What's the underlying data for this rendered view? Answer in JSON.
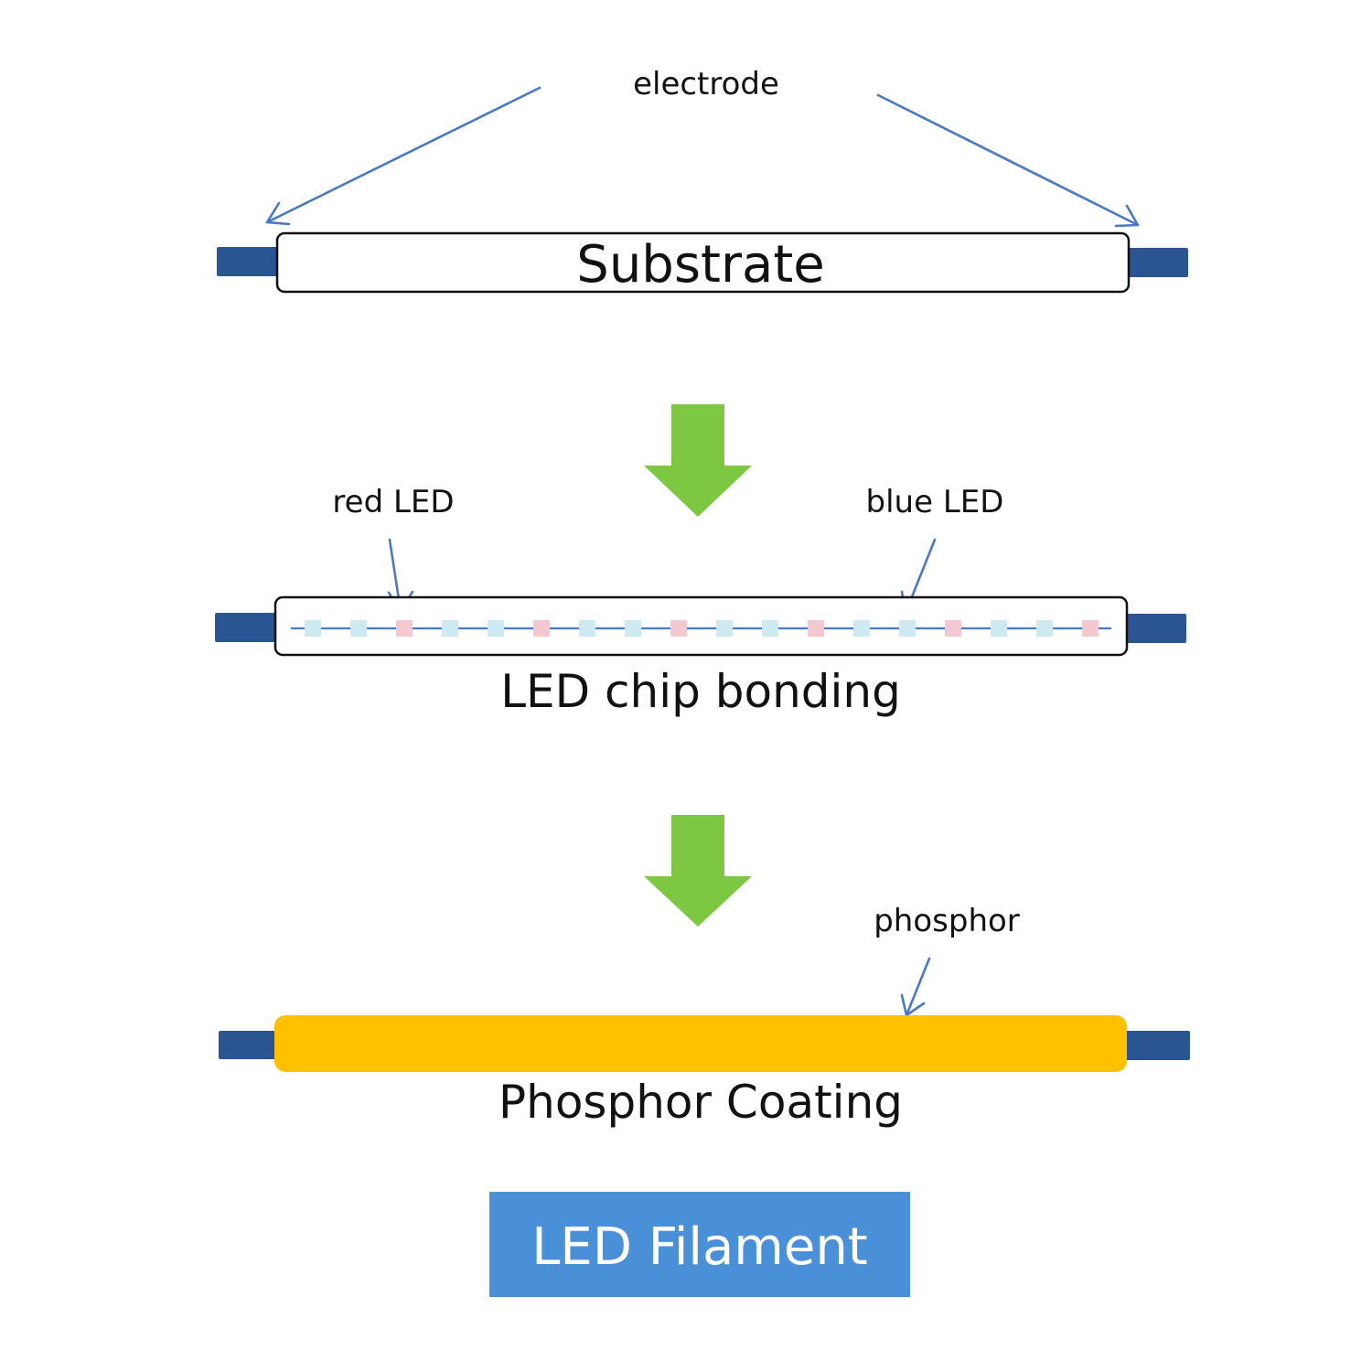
{
  "labels": {
    "electrode": "electrode",
    "substrate": "Substrate",
    "red_led": "red LED",
    "blue_led": "blue LED",
    "chip_bonding": "LED chip bonding",
    "phosphor": "phosphor",
    "phosphor_coating": "Phosphor Coating",
    "final": "LED Filament"
  },
  "colors": {
    "electrode": "#2b5592",
    "pointer": "#4a78c2",
    "step_arrow": "#7dc742",
    "red_chip": "#f3c9cf",
    "blue_chip": "#cdeaf2",
    "wire": "#4a78c2",
    "phosphor": "#ffc000",
    "final_box": "#4a90d9"
  },
  "chip_sequence": [
    "blue",
    "blue",
    "red",
    "blue",
    "blue",
    "red",
    "blue",
    "blue",
    "red",
    "blue",
    "blue",
    "red",
    "blue",
    "blue",
    "red",
    "blue",
    "blue",
    "red"
  ]
}
